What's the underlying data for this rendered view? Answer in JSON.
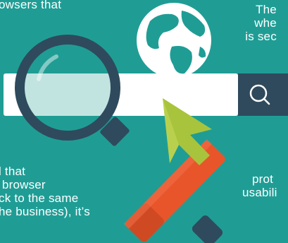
{
  "texts": {
    "left_top": [
      "owsers that"
    ],
    "right_top": [
      "The",
      "whe",
      "is sec"
    ],
    "left_bottom": [
      "l that",
      " browser",
      "ck to the same",
      "he business), it’s"
    ],
    "right_bottom": [
      "prot",
      "usabili"
    ]
  },
  "icons": {
    "search": "search-icon",
    "globe": "globe-icon",
    "magnifier": "magnifying-glass-icon",
    "cursor": "cursor-arrow-icon"
  },
  "colors": {
    "background": "#1f9d95",
    "search_button": "#2f4a5c",
    "handle": "#e8552a",
    "globe_land": "#1f9d95"
  }
}
